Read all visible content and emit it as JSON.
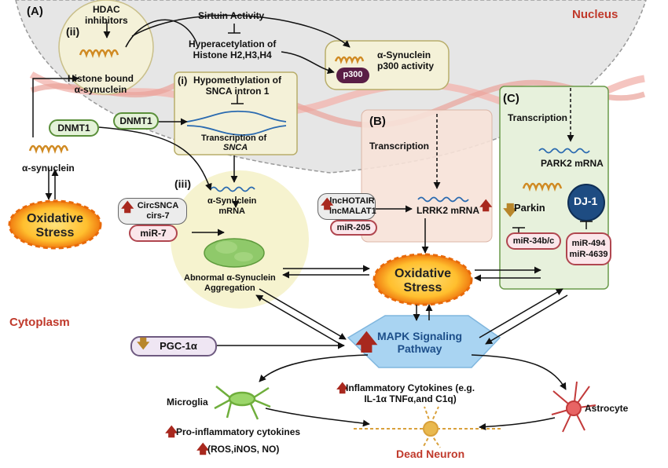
{
  "panels": {
    "a": "(A)",
    "b": "(B)",
    "c": "(C)"
  },
  "regions": {
    "nucleus": "Nucleus",
    "cytoplasm": "Cytoplasm"
  },
  "sub": {
    "ii": "(ii)",
    "i": "(i)",
    "iii": "(iii)"
  },
  "hdac_inhibitors": "HDAC\ninhibitors",
  "histone_bound": "Histone bound\nα-synuclein",
  "sirtuin": "Sirtuin Activity",
  "hyperacetylation": "Hyperacetylation of\nHistone H2,H3,H4",
  "asyn_p300": "α-Synuclein\np300 activity",
  "p300": "p300",
  "hypomethylation": "Hypomethylation of\nSNCA intron 1",
  "transcription_snca": "Transcription of",
  "snca": "SNCA",
  "dnmt1_left": "DNMT1",
  "dnmt1_mid": "DNMT1",
  "asyn_label": "α-synuclein",
  "oxidative_stress_left": "Oxidative\nStress",
  "circsnca": "CircSNCA\ncirs-7",
  "mir7": "miR-7",
  "asyn_mrna": "α-Synuclein\nmRNA",
  "aggregation": "Abnormal α-Synuclein\nAggregation",
  "transcription_b": "Transcription",
  "lnc": "lncHOTAIR\nlncMALAT1",
  "mir205": "miR-205",
  "lrrk2": "LRRK2 mRNA",
  "transcription_c": "Transcription",
  "park2": "PARK2 mRNA",
  "parkin": "Parkin",
  "dj1": "DJ-1",
  "mir34": "miR-34b/c",
  "mir494": "miR-494\nmiR-4639",
  "oxidative_stress_center": "Oxidative\nStress",
  "pgc": "PGC-1α",
  "mapk": "MAPK Signaling\nPathway",
  "inflammatory": "Inflammatory Cytokines (e.g.\nIL-1α TNFα,and C1q)",
  "microglia": "Microglia",
  "astrocyte": "Astrocyte",
  "pro_inflammatory": "Pro-inflammatory cytokines",
  "ros": "(ROS,iNOS, NO)",
  "dead_neuron": "Dead Neuron",
  "colors": {
    "accent_red": "#c0392b",
    "mapk_blue": "#9ccdf0",
    "up_arrow": "#a8281e",
    "down_arrow": "#b8862b"
  }
}
